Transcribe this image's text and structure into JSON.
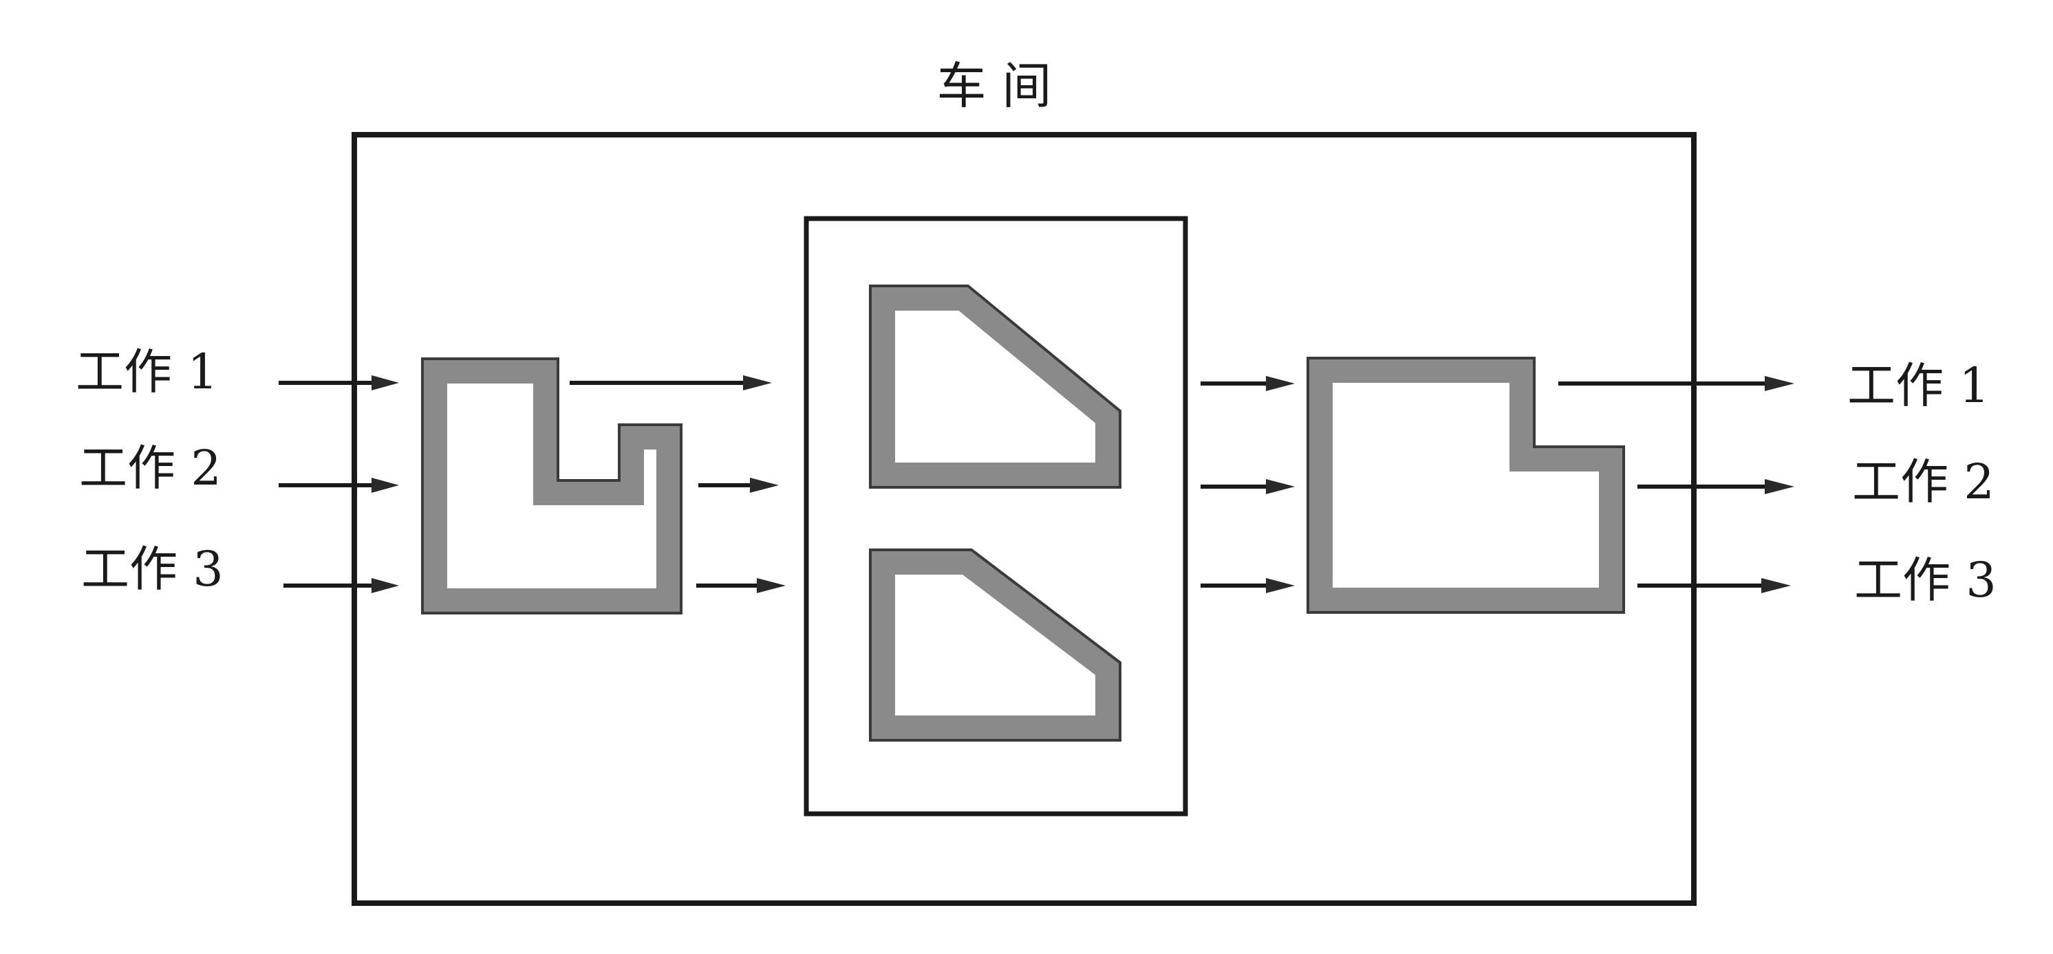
{
  "diagram": {
    "title": "车    间",
    "inputs": [
      "工作 1",
      "工作 2",
      "工作 3"
    ],
    "outputs": [
      "工作 1",
      "工作 2",
      "工作 3"
    ],
    "colors": {
      "line": "#1a1a1a",
      "station_fill": "#8a8a8a",
      "station_edge": "#3a3a3a",
      "background": "#ffffff"
    }
  }
}
